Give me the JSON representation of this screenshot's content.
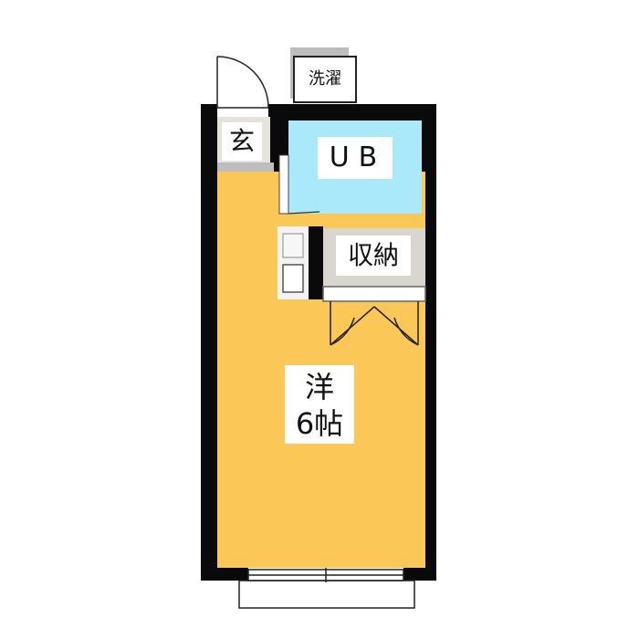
{
  "rooms": {
    "laundry": "洗濯",
    "entrance": "玄",
    "bath": "UB",
    "storage": "収納",
    "western_room": {
      "type": "洋",
      "size": "6帖"
    }
  },
  "colors": {
    "wall": "#0a0a0a",
    "room_floor": "#fbc757",
    "bath_floor": "#aae9f9",
    "entry_floor": "#e6e3dc",
    "gray_fixture": "#bdbdbd",
    "background": "#ffffff"
  }
}
